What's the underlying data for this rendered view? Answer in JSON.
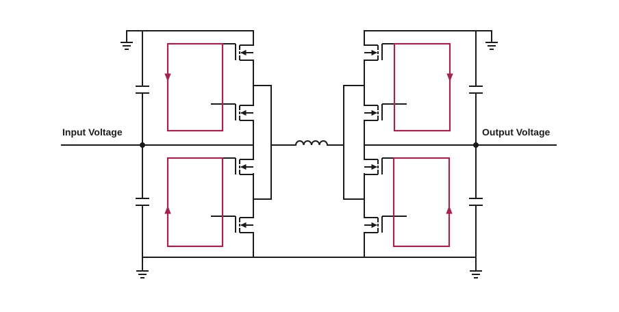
{
  "labels": {
    "input": "Input Voltage",
    "output": "Output Voltage"
  },
  "colors": {
    "wire": "#1a1a1a",
    "current_loop": "#a3244b"
  },
  "components": {
    "input_capacitors": 2,
    "output_capacitors": 2,
    "input_mosfets": 4,
    "output_mosfets": 4,
    "inductors": 1,
    "ground_symbols": 4,
    "current_loops": 4
  }
}
